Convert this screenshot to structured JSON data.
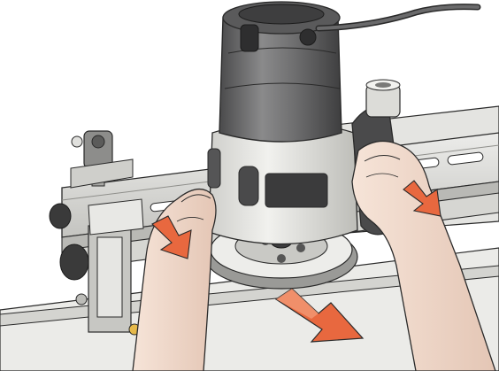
{
  "scene": {
    "subject": "router-on-dovetail-jig",
    "colors": {
      "background": "#ffffff",
      "arrow": "#e8683f",
      "arrow_light": "#f4a07e",
      "router_body": "#6f6f70",
      "router_dark": "#3b3b3c",
      "router_light": "#e9e9e6",
      "rail": "#d9d9d6",
      "rail_dark": "#9c9c98",
      "skin": "#f2dccf",
      "skin_shade": "#d8b9a8",
      "outline": "#2a2a2a",
      "amber": "#e6b94a"
    },
    "arrows": [
      {
        "name": "left-hand-push-arrow",
        "direction": "down-right"
      },
      {
        "name": "right-hand-push-arrow",
        "direction": "down-right"
      },
      {
        "name": "router-travel-arrow",
        "direction": "down-right"
      }
    ]
  }
}
